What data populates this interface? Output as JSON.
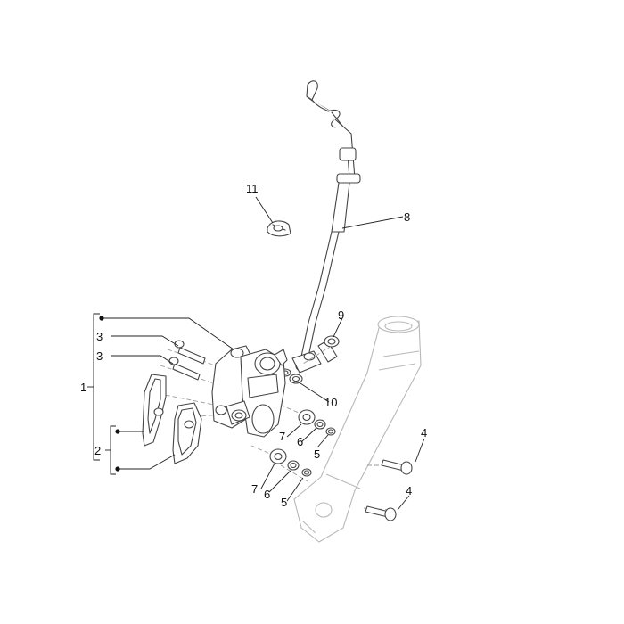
{
  "diagram": {
    "callouts": {
      "c1": "1",
      "c2": "2",
      "c3a": "3",
      "c3b": "3",
      "c4a": "4",
      "c4b": "4",
      "c5a": "5",
      "c5b": "5",
      "c6a": "6",
      "c6b": "6",
      "c7a": "7",
      "c7b": "7",
      "c8": "8",
      "c9": "9",
      "c10": "10",
      "c11": "11"
    },
    "colors": {
      "line": "#444444",
      "fork": "#b8b8b8",
      "text": "#111111",
      "background": "#ffffff"
    }
  }
}
